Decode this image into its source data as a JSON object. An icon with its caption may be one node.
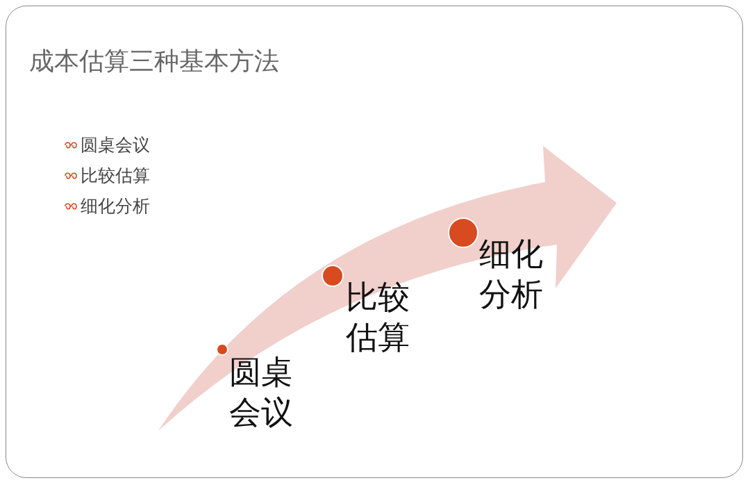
{
  "diagram": {
    "title": "成本估算三种基本方法",
    "nodes": [
      {
        "text": [
          "圆桌会议"
        ]
      },
      {
        "text": [
          "比较估算"
        ]
      },
      {
        "text": [
          "细化分析"
        ]
      }
    ],
    "labels": [
      "圆桌会议",
      "比较估算",
      "细化分析"
    ]
  }
}
